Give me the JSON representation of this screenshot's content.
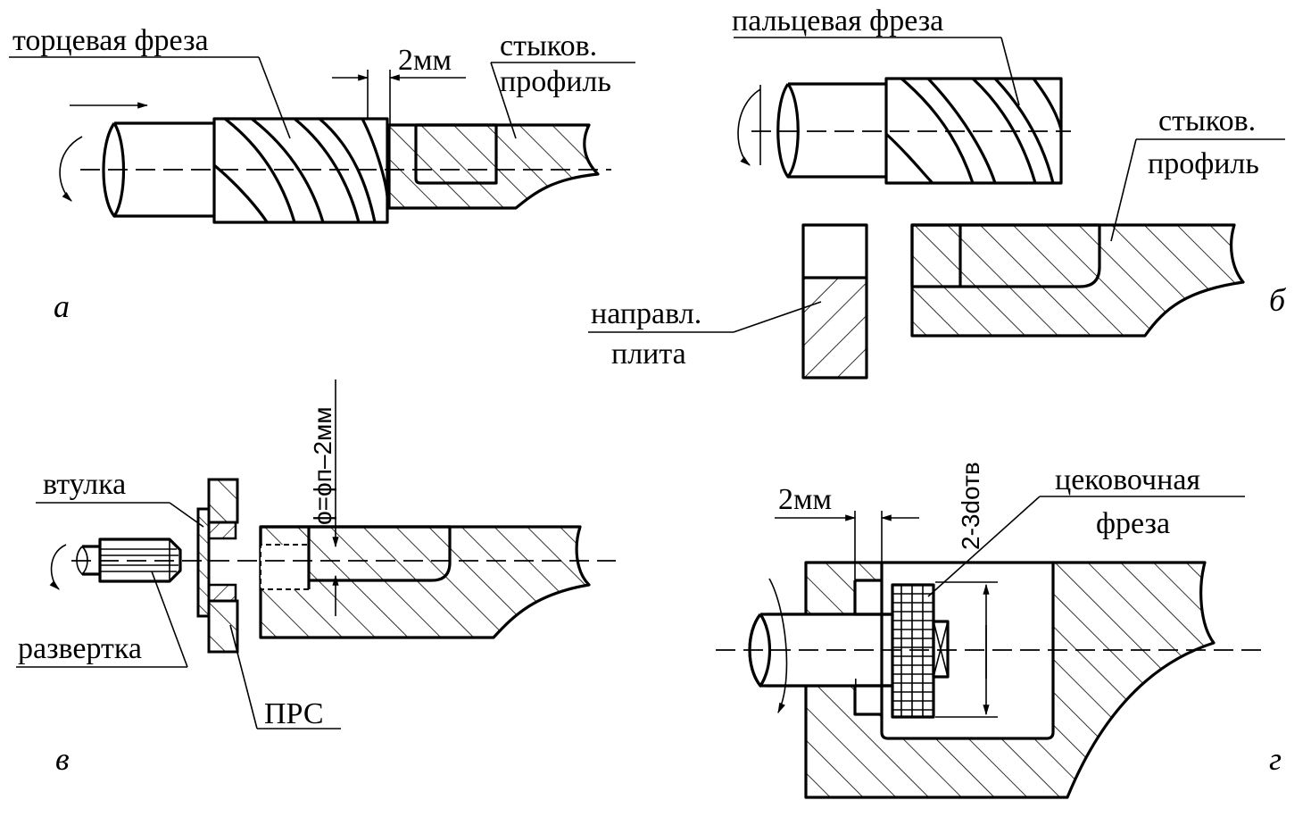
{
  "colors": {
    "ink": "#000000",
    "paper": "#ffffff"
  },
  "panels": {
    "a": {
      "letter": "а",
      "tool_label": "торцевая фреза",
      "gap_label": "2мм",
      "profile_label_1": "стыков.",
      "profile_label_2": "профиль"
    },
    "b": {
      "letter": "б",
      "tool_label": "пальцевая фреза",
      "profile_label_1": "стыков.",
      "profile_label_2": "профиль",
      "plate_label_1": "направл.",
      "plate_label_2": "плита"
    },
    "v": {
      "letter": "в",
      "bushing_label": "втулка",
      "reamer_label": "развертка",
      "prs_label": "ПРС",
      "dim_label": "ϕ=ϕп–2мм"
    },
    "g": {
      "letter": "г",
      "gap_label": "2мм",
      "dim_label": "2-3dотв",
      "tool_label_1": "цековочная",
      "tool_label_2": "фреза"
    }
  }
}
